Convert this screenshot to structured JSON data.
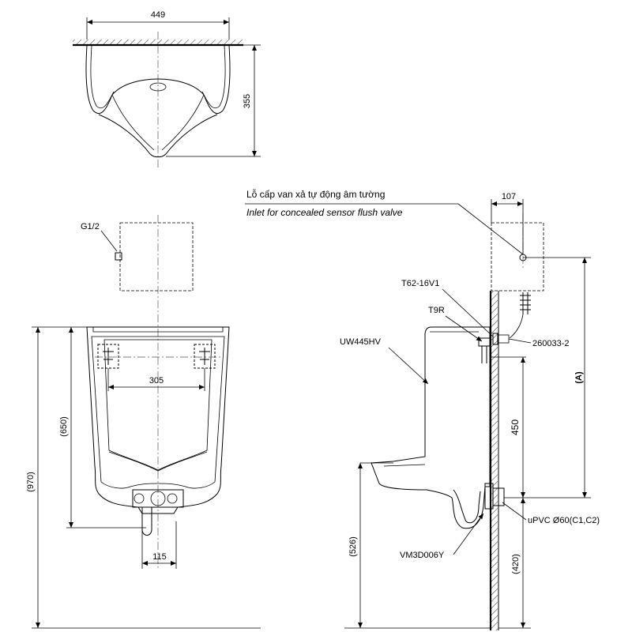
{
  "labels": {
    "dim_449": "449",
    "dim_355": "355",
    "g12": "G1/2",
    "dim_305": "305",
    "dim_650": "(650)",
    "dim_970": "(970)",
    "dim_115": "115",
    "title_vi": "Lỗ cấp van xả tự động âm tường",
    "title_en": "Inlet for concealed sensor flush valve",
    "dim_107": "107",
    "t62": "T62-16V1",
    "t9r": "T9R",
    "uw445hv": "UW445HV",
    "part_260033": "260033-2",
    "dim_A": "(A)",
    "dim_450": "450",
    "upvc": "uPVC Ø60(C1,C2)",
    "dim_526": "(526)",
    "vm3d": "VM3D006Y",
    "dim_420": "(420)"
  },
  "colors": {
    "line": "#000000",
    "centerline": "#555555",
    "background": "#ffffff"
  }
}
